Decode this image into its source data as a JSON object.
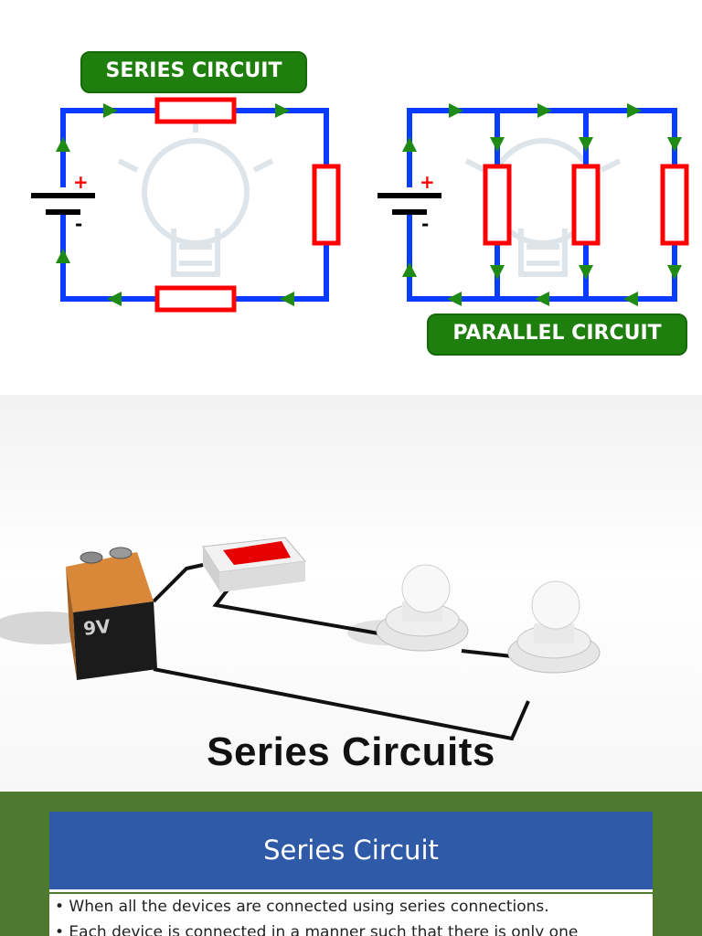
{
  "diagram": {
    "series_label": "SERIES CIRCUIT",
    "parallel_label": "PARALLEL CIRCUIT",
    "battery_plus": "+",
    "battery_minus": "-",
    "colors": {
      "wire": "#0a3cff",
      "resistor": "#ff0000",
      "arrow": "#1f8a14",
      "pill": "#1f7f0e"
    }
  },
  "photo": {
    "battery_label": "9V",
    "heading": "Series Circuits"
  },
  "slide": {
    "title": "Series Circuit",
    "bullets": [
      "• When all the devices are connected using series connections.",
      "• Each device is connected in a manner such that there is only one"
    ],
    "colors": {
      "background": "#4e7a30",
      "title_bar": "#2e5aa8"
    }
  }
}
